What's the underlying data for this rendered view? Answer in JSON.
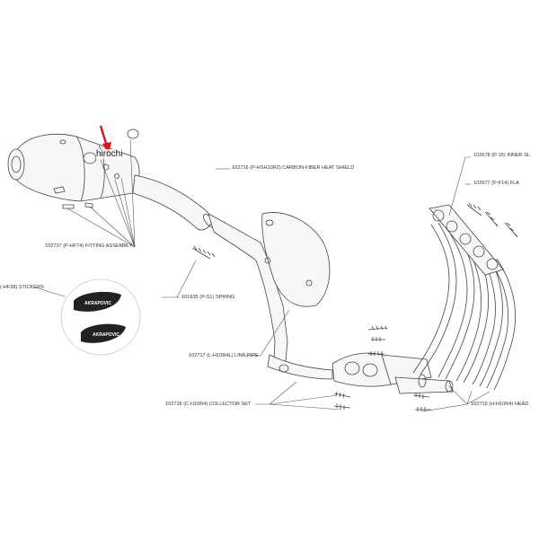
{
  "watermark": "hirochi",
  "labels": {
    "inner_sleeve": "102678 (P-15) INNER SL",
    "flange": "102677 (P-F14) FLA",
    "heat_shield": "102716 (P-HSH10R2) CARBON-FIBER HEAT SHIELD",
    "fitting_assembly": "102737 (P-HF74) FITTING ASSEMBLY",
    "stickers": "(-HF38) STICKERS",
    "spring": "101935 (P-S1) SPRING",
    "link_pipe": "102717 (L-H10R4L) LINK PIPE",
    "collector_set": "102718 (C-H10R4) COLLECTOR SET",
    "header": "102719 (H-H10R4) HEAD"
  },
  "sticker_text": "AKRAPOVIC",
  "colors": {
    "arrow": "#e0101a",
    "line": "#555555"
  }
}
